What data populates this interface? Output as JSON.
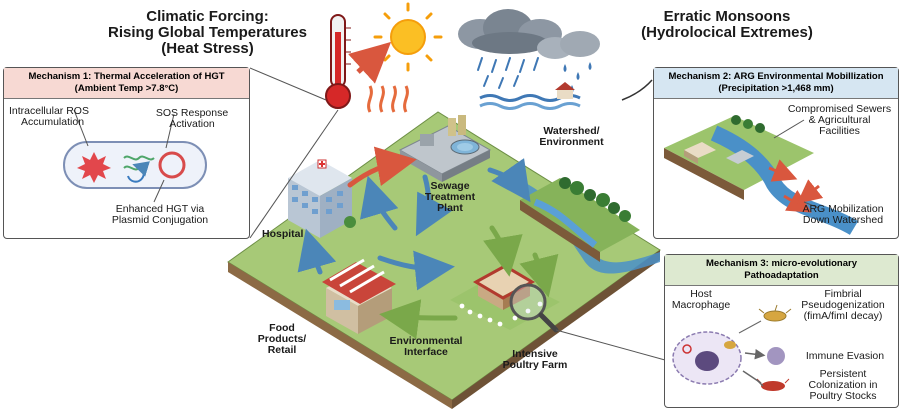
{
  "header": {
    "left_title_line1": "Climatic Forcing:",
    "left_title_line2": "Rising Global Temperatures",
    "left_title_line3": "(Heat Stress)",
    "right_title_line1": "Erratic Monsoons",
    "right_title_line2": "(Hydrolocical Extremes)"
  },
  "mechanism1": {
    "title_line1": "Mechanism 1: Thermal Acceleration of HGT",
    "title_line2": "(Ambient Temp >7.8°C)",
    "ros_line1": "Intracellular ROS",
    "ros_line2": "Accumulation",
    "sos_line1": "SOS Response",
    "sos_line2": "Activation",
    "hgt_line1": "Enhanced HGT via",
    "hgt_line2": "Plasmid Conjugation"
  },
  "mechanism2": {
    "title_line1": "Mechanism 2: ARG Environmental Mobillization",
    "title_line2": "(Precipitation >1,468 mm)",
    "sewer_line1": "Compromised Sewers",
    "sewer_line2": "& Agricultural",
    "sewer_line3": "Facilities",
    "mob_line1": "ARG Mobilization",
    "mob_line2": "Down Watershed"
  },
  "mechanism3": {
    "title_line1": "Mechanism 3: micro-evolutionary",
    "title_line2": "Pathoadaptation",
    "host_line1": "Host",
    "host_line2": "Macrophage",
    "fim_line1": "Fimbrial",
    "fim_line2": "Pseudogenization",
    "fim_line3": "(fimA/fimI decay)",
    "evasion": "Immune Evasion",
    "persist_line1": "Persistent",
    "persist_line2": "Colonization in",
    "persist_line3": "Poultry Stocks"
  },
  "nodes": {
    "hospital": "Hospital",
    "stp_line1": "Sewage",
    "stp_line2": "Treatment",
    "stp_line3": "Plant",
    "watershed_line1": "Watershed/",
    "watershed_line2": "Environment",
    "farm_line1": "Intensive",
    "farm_line2": "Poultry Farm",
    "interface_line1": "Environmental",
    "interface_line2": "Interface",
    "food_line1": "Food",
    "food_line2": "Products/",
    "food_line3": "Retail"
  },
  "colors": {
    "red_box_head": "#f7d9d3",
    "blue_box_head": "#d6e6f2",
    "green_box_head": "#dde9d0",
    "ground": "#9dc26b",
    "river": "#4a90c8",
    "arrow_red": "#d9573e",
    "arrow_blue": "#4b86b8",
    "arrow_green": "#7aa84a"
  }
}
